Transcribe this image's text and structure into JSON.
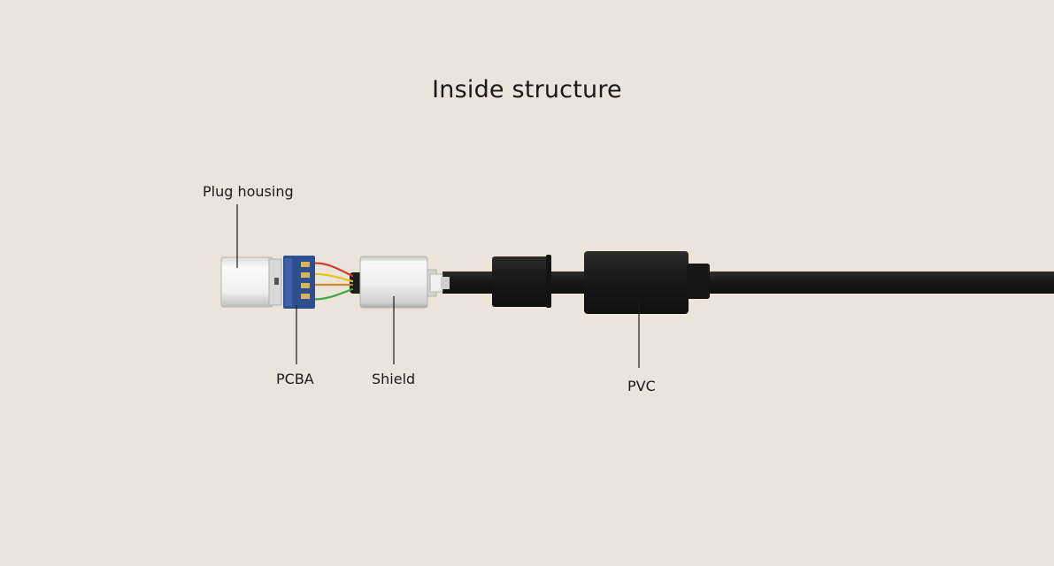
{
  "title": "Inside structure",
  "labels": {
    "plug_housing": "Plug housing",
    "pcba": "PCBA",
    "shield": "Shield",
    "pvc": "PVC"
  },
  "colors": {
    "background": "#ebe4da",
    "cable": "#1b1b1b",
    "pcb": "#2e4f8e",
    "wire_red": "#d8322a",
    "wire_yellow": "#e8c21c",
    "wire_green": "#3aa93a",
    "metal": "#e6e6e6"
  }
}
